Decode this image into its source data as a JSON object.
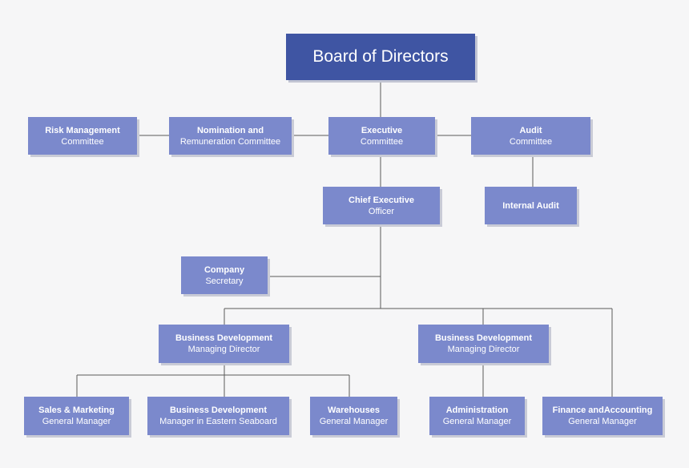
{
  "board": {
    "line1": "Board of Directors"
  },
  "risk": {
    "line1": "Risk Management",
    "line2": "Committee"
  },
  "nomination": {
    "line1": "Nomination and",
    "line2": "Remuneration Committee"
  },
  "executive": {
    "line1": "Executive",
    "line2": "Committee"
  },
  "audit": {
    "line1": "Audit",
    "line2": "Committee"
  },
  "ceo": {
    "line1": "Chief Executive",
    "line2": "Officer"
  },
  "internal_audit": {
    "line1": "Internal Audit"
  },
  "secretary": {
    "line1": "Company",
    "line2": "Secretary"
  },
  "bd_left": {
    "line1": "Business Development",
    "line2": "Managing Director"
  },
  "bd_right": {
    "line1": "Business Development",
    "line2": "Managing Director"
  },
  "sales": {
    "line1": "Sales & Marketing",
    "line2": "General Manager"
  },
  "bd_eastern": {
    "line1": "Business Development",
    "line2": "Manager in Eastern Seaboard"
  },
  "warehouses": {
    "line1": "Warehouses",
    "line2": "General Manager"
  },
  "administration": {
    "line1": "Administration",
    "line2": "General Manager"
  },
  "finance": {
    "line1": "Finance andAccounting",
    "line2": "General Manager"
  },
  "colors": {
    "box": "#7b89cc",
    "top_box": "#3f55a3",
    "line": "#5a5a5a",
    "background": "#f6f6f7"
  }
}
